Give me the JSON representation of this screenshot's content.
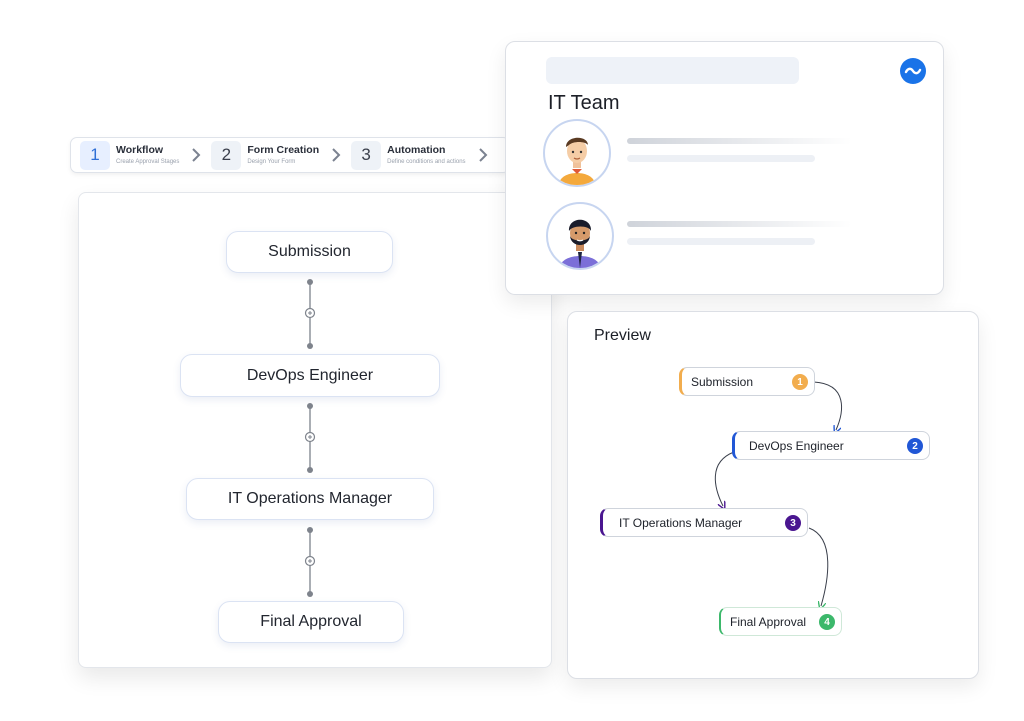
{
  "stepper": {
    "steps": [
      {
        "num": "1",
        "title": "Workflow",
        "subtitle": "Create Approval Stages"
      },
      {
        "num": "2",
        "title": "Form Creation",
        "subtitle": "Design Your Form"
      },
      {
        "num": "3",
        "title": "Automation",
        "subtitle": "Define conditions and actions"
      }
    ]
  },
  "workflow": {
    "nodes": [
      "Submission",
      "DevOps Engineer",
      "IT Operations Manager",
      "Final Approval"
    ]
  },
  "team": {
    "title": "IT Team",
    "logo_icon": "wave-logo-icon",
    "accent": "#1a73e8"
  },
  "preview": {
    "title": "Preview",
    "nodes": [
      {
        "label": "Submission",
        "badge": "1",
        "color": "#f2ad4e"
      },
      {
        "label": "DevOps Engineer",
        "badge": "2",
        "color": "#2157d6"
      },
      {
        "label": "IT Operations Manager",
        "badge": "3",
        "color": "#4a1690"
      },
      {
        "label": "Final Approval",
        "badge": "4",
        "color": "#3cb86b"
      }
    ]
  }
}
